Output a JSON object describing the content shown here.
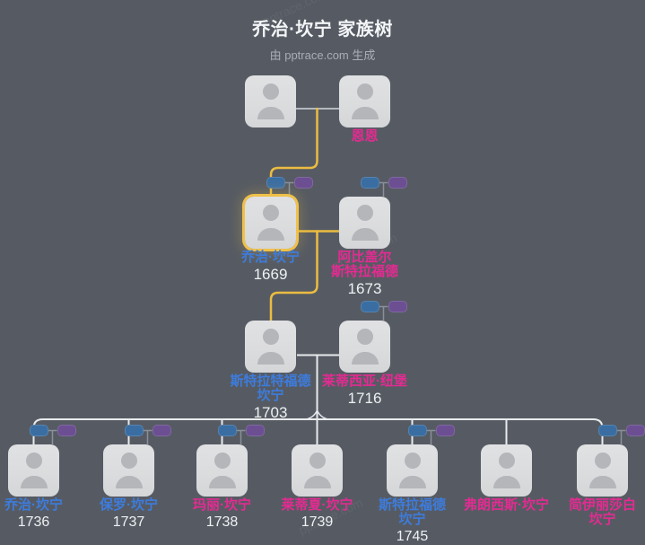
{
  "header": {
    "title": "乔治·坎宁 家族树",
    "subtitle": "由 pptrace.com 生成"
  },
  "watermark": {
    "text": "pptrace.com"
  },
  "colors": {
    "background": "#565B63",
    "card": "#DBDCDE",
    "avatar": "#B5B6BA",
    "male_name": "#3D7CDE",
    "female_name": "#E52A92",
    "year_text": "#EEF0F2",
    "highlight": "#F0C149",
    "lineage_line": "#EBBC41",
    "marriage_line_dim": "#B4B9BF",
    "descent_line": "#E8EAEC",
    "chip_father": "#3A6EA3",
    "chip_mother": "#6C4E92",
    "chip_link": "#8A9099",
    "title_text": "#F3F5F7",
    "subtitle_text": "#A9AEB6"
  },
  "people": [
    {
      "id": "gen1-father",
      "name": "",
      "line1": "",
      "line2": "",
      "year": "",
      "gender": "male",
      "chips": false,
      "highlighted": false
    },
    {
      "id": "gen1-mother",
      "name": "恩恩",
      "line1": "恩恩",
      "line2": "",
      "year": "",
      "gender": "female",
      "chips": false,
      "highlighted": false
    },
    {
      "id": "george-canning-1669",
      "name": "乔治·坎宁",
      "line1": "乔治·坎宁",
      "line2": "",
      "year": "1669",
      "gender": "male",
      "chips": true,
      "highlighted": true
    },
    {
      "id": "abigail-stratford",
      "name": "阿比盖尔·斯特拉福德",
      "line1": "阿比盖尔",
      "line2": "斯特拉福德",
      "year": "1673",
      "gender": "female",
      "chips": true,
      "highlighted": false
    },
    {
      "id": "stratford-canning-1703",
      "name": "斯特拉特福德·坎宁",
      "line1": "斯特拉特福德",
      "line2": "坎宁",
      "year": "1703",
      "gender": "male",
      "chips": false,
      "highlighted": false
    },
    {
      "id": "letitia-newburgh",
      "name": "莱蒂西亚·纽堡",
      "line1": "莱蒂西亚·纽堡",
      "line2": "",
      "year": "1716",
      "gender": "female",
      "chips": true,
      "highlighted": false
    },
    {
      "id": "george-canning-1736",
      "name": "乔治·坎宁",
      "line1": "乔治·坎宁",
      "line2": "",
      "year": "1736",
      "gender": "male",
      "chips": true,
      "highlighted": false
    },
    {
      "id": "paul-canning",
      "name": "保罗·坎宁",
      "line1": "保罗·坎宁",
      "line2": "",
      "year": "1737",
      "gender": "male",
      "chips": true,
      "highlighted": false
    },
    {
      "id": "mary-canning",
      "name": "玛丽·坎宁",
      "line1": "玛丽·坎宁",
      "line2": "",
      "year": "1738",
      "gender": "female",
      "chips": true,
      "highlighted": false
    },
    {
      "id": "letitia-canning",
      "name": "莱蒂夏·坎宁",
      "line1": "莱蒂夏·坎宁",
      "line2": "",
      "year": "1739",
      "gender": "female",
      "chips": false,
      "highlighted": false
    },
    {
      "id": "stratford-canning-1745",
      "name": "斯特拉福德·坎宁",
      "line1": "斯特拉福德",
      "line2": "坎宁",
      "year": "1745",
      "gender": "male",
      "chips": true,
      "highlighted": false
    },
    {
      "id": "frances-canning",
      "name": "弗朗西斯·坎宁",
      "line1": "弗朗西斯·坎宁",
      "line2": "",
      "year": "",
      "gender": "female",
      "chips": false,
      "highlighted": false
    },
    {
      "id": "jane-elizabeth-canning",
      "name": "简伊丽莎白·坎宁",
      "line1": "简伊丽莎白",
      "line2": "坎宁",
      "year": "",
      "gender": "female",
      "chips": true,
      "highlighted": false
    }
  ]
}
